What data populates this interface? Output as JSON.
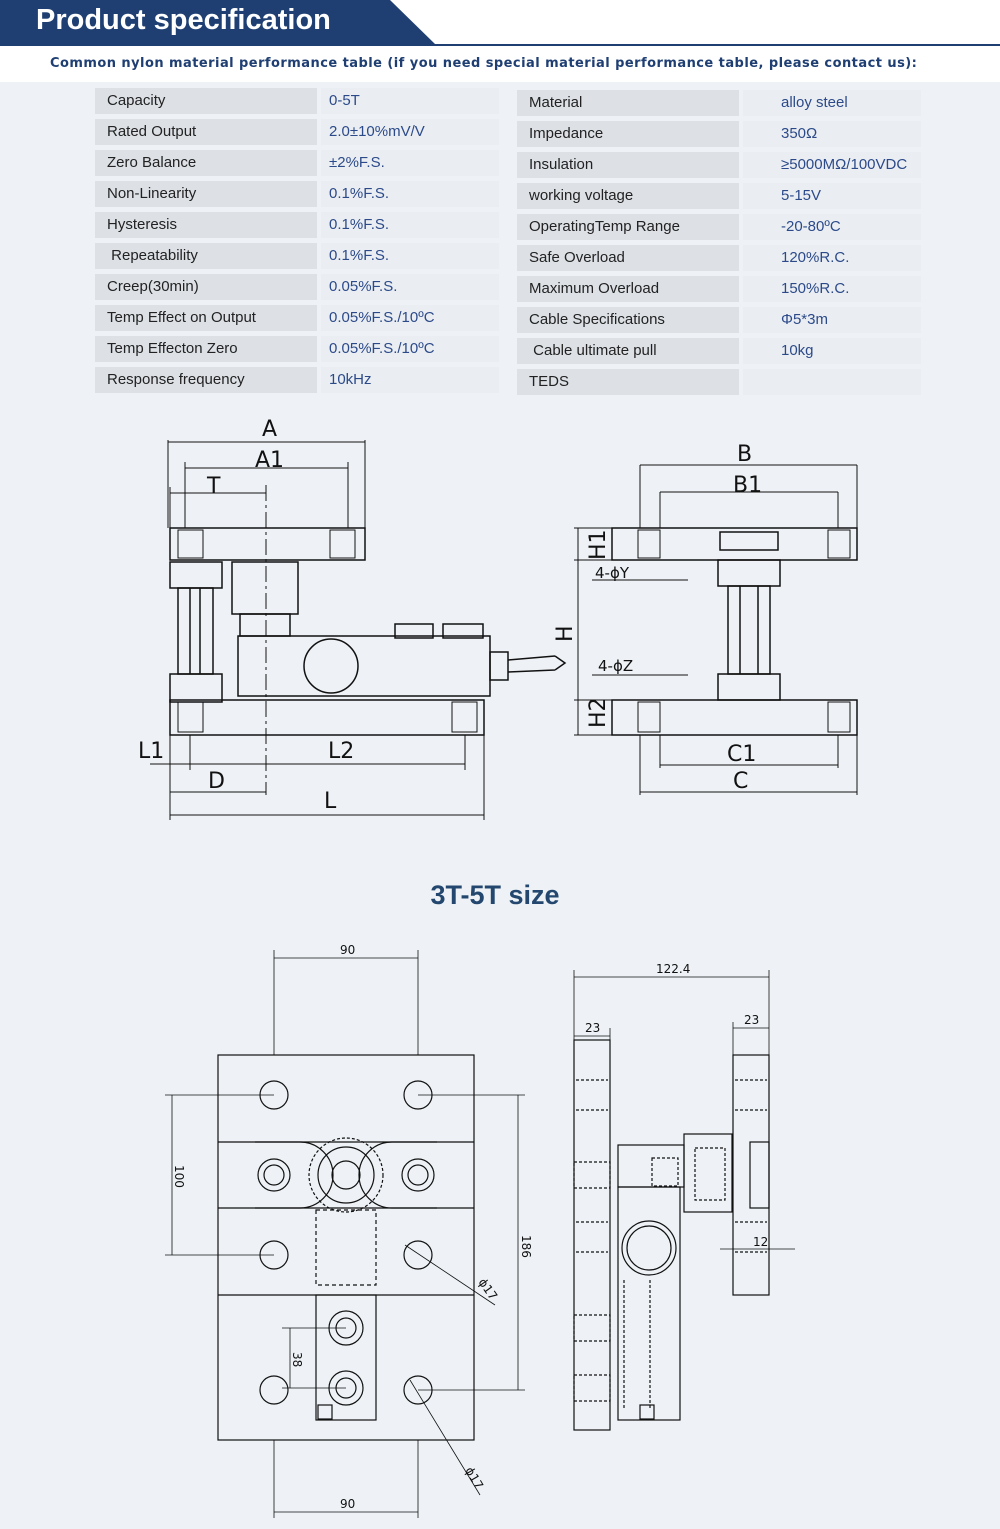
{
  "header": {
    "title": "Product specification",
    "subtitle": "Common nylon material performance table (if you need special material performance table, please contact us):",
    "accent_color": "#1f3f73"
  },
  "specs_left": [
    {
      "label": "Capacity",
      "value": "0-5T"
    },
    {
      "label": "Rated Output",
      "value": "2.0±10%mV/V"
    },
    {
      "label": "Zero Balance",
      "value": "±2%F.S."
    },
    {
      "label": "Non-Linearity",
      "value": "0.1%F.S."
    },
    {
      "label": "Hysteresis",
      "value": "0.1%F.S."
    },
    {
      "label": " Repeatability",
      "value": "0.1%F.S."
    },
    {
      "label": "Creep(30min)",
      "value": "0.05%F.S."
    },
    {
      "label": "Temp Effect on Output",
      "value": "0.05%F.S./10ºC"
    },
    {
      "label": "Temp Effecton Zero",
      "value": "0.05%F.S./10ºC"
    },
    {
      "label": "Response frequency",
      "value": "10kHz"
    }
  ],
  "specs_right": [
    {
      "label": "Material",
      "value": "alloy steel"
    },
    {
      "label": "Impedance",
      "value": "350Ω"
    },
    {
      "label": "Insulation",
      "value": "≥5000MΩ/100VDC"
    },
    {
      "label": "working voltage",
      "value": "5-15V"
    },
    {
      "label": "OperatingTemp Range",
      "value": "-20-80ºC"
    },
    {
      "label": "Safe Overload",
      "value": "120%R.C."
    },
    {
      "label": "Maximum Overload",
      "value": "150%R.C."
    },
    {
      "label": "Cable Specifications",
      "value": "Φ5*3m"
    },
    {
      "label": " Cable ultimate pull",
      "value": "10kg"
    },
    {
      "label": "TEDS",
      "value": ""
    }
  ],
  "drawing1": {
    "A": "A",
    "A1": "A1",
    "T": "T",
    "L1": "L1",
    "L2": "L2",
    "D": "D",
    "L": "L",
    "B": "B",
    "B1": "B1",
    "H1": "H1",
    "H": "H",
    "H2": "H2",
    "C1": "C1",
    "C": "C",
    "hole_Y": "4-ϕY",
    "hole_Z": "4-ϕZ"
  },
  "size_title": "3T-5T size",
  "drawing2": {
    "top_width": "90",
    "bottom_width": "90",
    "left_height": "100",
    "right_height": "186",
    "pitch": "38",
    "hole_dia_1": "ϕ17",
    "hole_dia_2": "ϕ17",
    "side_width": "122.4",
    "left_plate": "23",
    "right_plate": "23",
    "slot": "12"
  }
}
